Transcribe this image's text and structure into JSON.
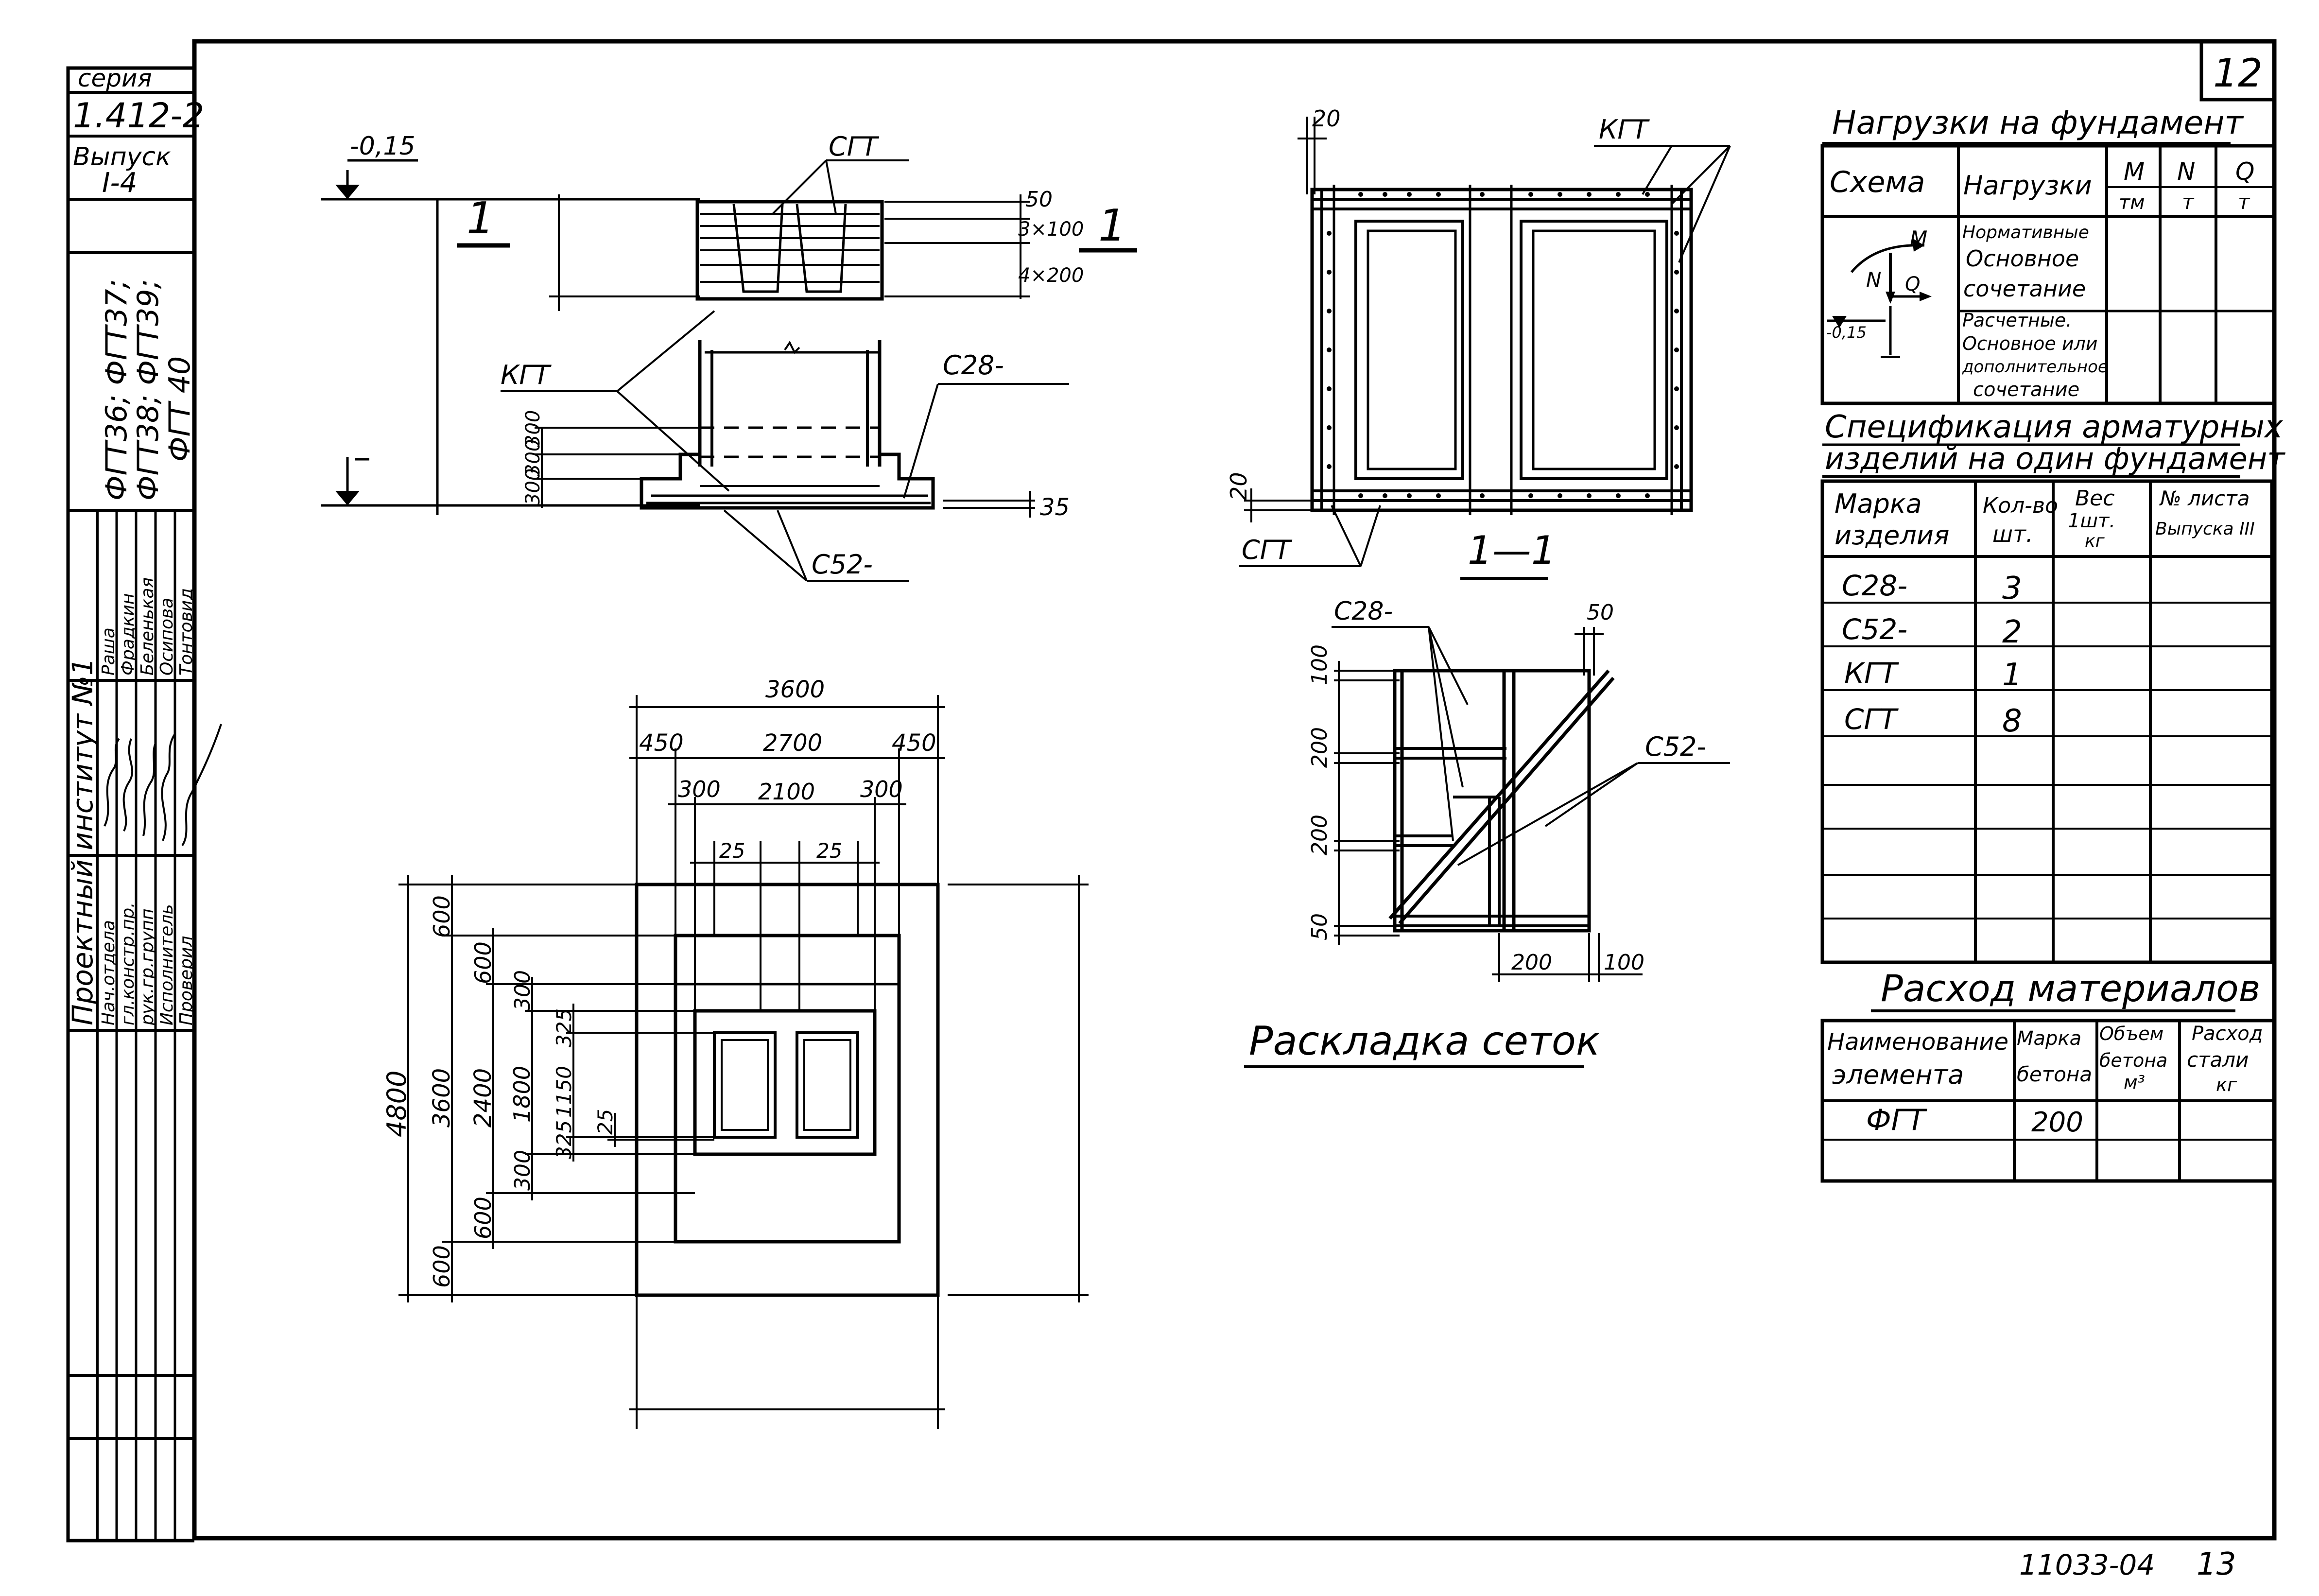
{
  "stamp": {
    "series_label": "серия",
    "series_value": "1.412-2",
    "issue_label": "Выпуск",
    "issue_value": "I-4",
    "marks_line1": "ФГТ36; ФГТ37;",
    "marks_line2": "ФГТ38; ФГТ39;",
    "marks_line3": "ФГТ 40",
    "institute": "Проектный институт №1",
    "roles": [
      "Нач.отдела",
      "гл.констр.пр.",
      "рук.гр.групп",
      "Исполнитель",
      "Проверил"
    ],
    "names": [
      "Раша",
      "Фрадкин",
      "Беленькая",
      "Осипова",
      "Тонтовид"
    ]
  },
  "sheet_number": "12",
  "footer": {
    "doc_code": "11033-04",
    "page_number": "13"
  },
  "elevation": {
    "level_top": "-0,15",
    "section_mark": "1",
    "labels": {
      "sgt": "СГТ",
      "kgt": "КГТ",
      "c28": "С28-",
      "c52": "С52-"
    },
    "dims_right": [
      "50",
      "3×100",
      "4×200"
    ],
    "dims_left": [
      "300",
      "300",
      "300"
    ],
    "dim_bottom": "35"
  },
  "plan": {
    "dims_top": [
      "3600",
      "450",
      "2700",
      "450",
      "300",
      "2100",
      "300",
      "25",
      "25"
    ],
    "dims_left": [
      "4800",
      "600",
      "3600",
      "600",
      "2400",
      "300",
      "1800",
      "325",
      "1150",
      "325",
      "300",
      "600",
      "600",
      "25"
    ]
  },
  "section": {
    "dims": [
      "20",
      "20"
    ],
    "labels": {
      "kgt": "КГТ",
      "sgt": "СГТ"
    },
    "title": "1—1"
  },
  "mesh": {
    "labels": {
      "c28": "С28-",
      "c52": "С52-"
    },
    "dims_left": [
      "100",
      "200",
      "200",
      "50"
    ],
    "dims_other": [
      "50",
      "200",
      "100"
    ],
    "title": "Раскладка сеток"
  },
  "loads": {
    "title": "Нагрузки на фундамент",
    "headers": [
      "Схема",
      "Нагрузки",
      "M",
      "N",
      "Q"
    ],
    "units": [
      "тм",
      "т",
      "т"
    ],
    "rows": [
      [
        "Нормативные",
        "Основное",
        "сочетание"
      ],
      [
        "Расчетные.",
        "Основное или",
        "дополнительное",
        "сочетание"
      ]
    ],
    "scheme": {
      "m": "M",
      "n": "N",
      "q": "Q",
      "level": "-0,15"
    }
  },
  "spec": {
    "title_line1": "Спецификация арматурных",
    "title_line2": "изделий на один фундамент",
    "headers": [
      [
        "Марка",
        "изделия"
      ],
      [
        "Кол-во",
        "шт."
      ],
      [
        "Вес",
        "1шт.",
        "кг"
      ],
      [
        "№ листа",
        "Выпуска III"
      ]
    ],
    "rows": [
      {
        "mark": "С28-",
        "qty": "3"
      },
      {
        "mark": "С52-",
        "qty": "2"
      },
      {
        "mark": "КГТ",
        "qty": "1"
      },
      {
        "mark": "СГТ",
        "qty": "8"
      }
    ]
  },
  "materials": {
    "title": "Расход материалов",
    "headers": [
      [
        "Наименование",
        "элемента"
      ],
      [
        "Марка",
        "бетона"
      ],
      [
        "Объем",
        "бетона",
        "м³"
      ],
      [
        "Расход",
        "стали",
        "кг"
      ]
    ],
    "rows": [
      {
        "element": "ФГТ",
        "grade": "200"
      }
    ]
  }
}
